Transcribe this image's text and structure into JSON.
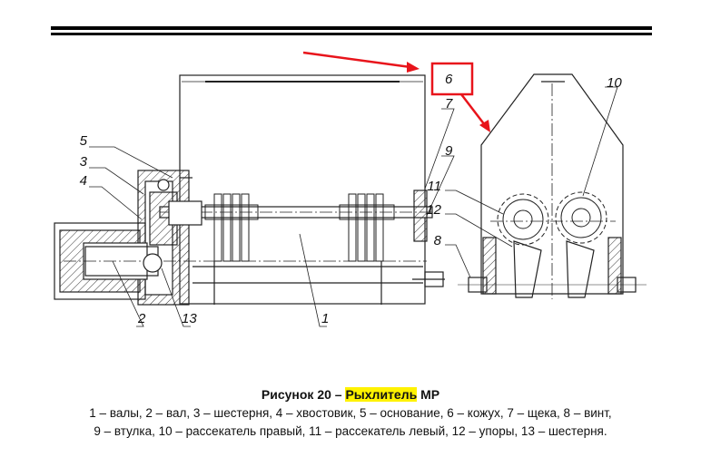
{
  "figure": {
    "labels": {
      "n1": "1",
      "n2": "2",
      "n3": "3",
      "n4": "4",
      "n5": "5",
      "n6": "6",
      "n7": "7",
      "n8": "8",
      "n9": "9",
      "n10": "10",
      "n11": "11",
      "n12": "12",
      "n13": "13"
    },
    "highlight_color": "#e8141b",
    "text_highlight_color": "#fff200"
  },
  "caption": {
    "prefix": "Рисунок 20 – ",
    "highlighted": "Рыхлитель",
    "suffix": " МР",
    "line1": "1 – валы, 2 – вал, 3 – шестерня, 4 – хвостовик, 5 – основание, 6 – кожух, 7 – щека, 8 – винт,",
    "line2": "9 – втулка, 10 – рассекатель правый, 11 – рассекатель левый, 12 – упоры, 13 – шестерня."
  }
}
